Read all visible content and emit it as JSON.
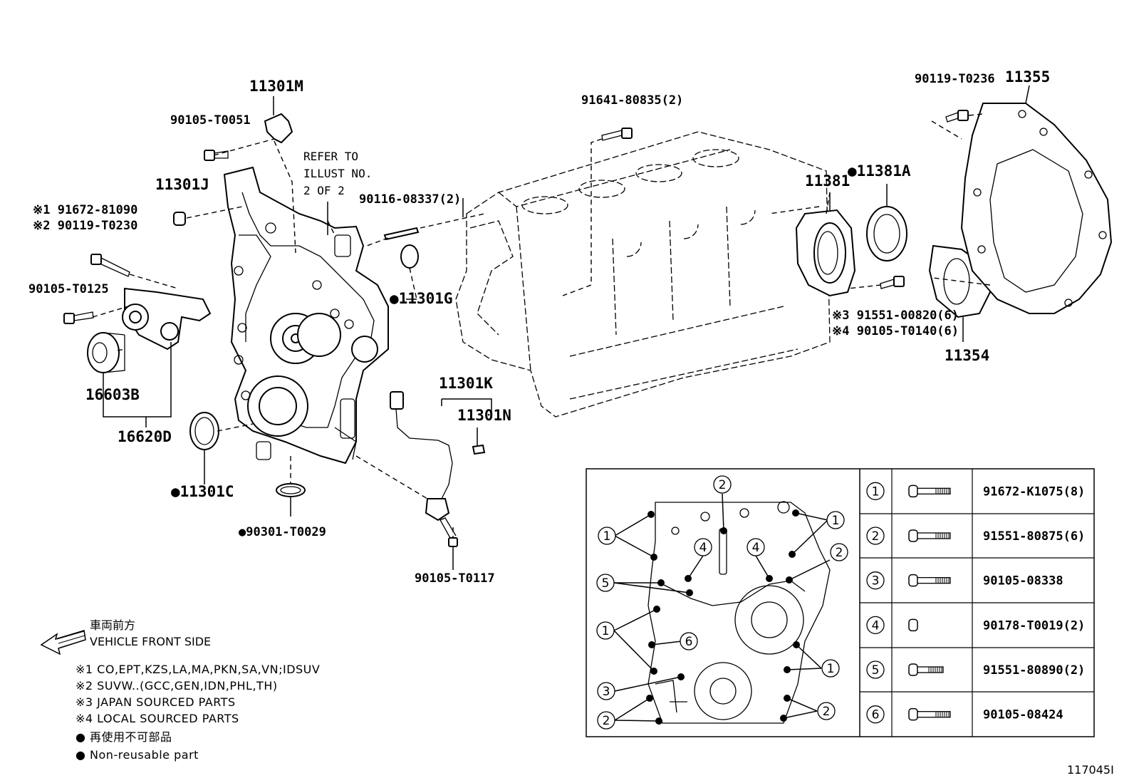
{
  "labels": {
    "p11301M": "11301M",
    "p90105_T0051": "90105-T0051",
    "refer1": "REFER TO",
    "refer2": "ILLUST NO.",
    "refer3": "2 OF 2",
    "p11301J": "11301J",
    "note1_91672": "※1 91672-81090",
    "note2_90119": "※2 90119-T0230",
    "p90105_T0125": "90105-T0125",
    "p16603B": "16603B",
    "p16620D": "16620D",
    "p11301C": "●11301C",
    "p90301_T0029": "●90301-T0029",
    "p90116_08337": "90116-08337(2)",
    "p11301G": "●11301G",
    "p91641_80835": "91641-80835(2)",
    "p11301K": "11301K",
    "p11301N": "11301N",
    "p90105_T0117": "90105-T0117",
    "p11381": "11381",
    "p11381A": "●11381A",
    "note3_91551": "※3 91551-00820(6)",
    "note4_90105": "※4 90105-T0140(6)",
    "p90119_T0236": "90119-T0236",
    "p11355": "11355",
    "p11354": "11354",
    "vehicle_jp": "車両前方",
    "vehicle_en": "VEHICLE FRONT SIDE",
    "legend1": "※1 CO,EPT,KZS,LA,MA,PKN,SA,VN;IDSUV",
    "legend2": "※2 SUVW..(GCC,GEN,IDN,PHL,TH)",
    "legend3": "※3 JAPAN SOURCED PARTS",
    "legend4": "※4 LOCAL SOURCED PARTS",
    "legend5_jp": "● 再使用不可部品",
    "legend5_en": "● Non-reusable part",
    "illust_no": "117045I"
  },
  "bolt_table": [
    {
      "num": "1",
      "icon": "bolt-long-icon",
      "part": "91672-K1075(8)"
    },
    {
      "num": "2",
      "icon": "bolt-long-icon",
      "part": "91551-80875(6)"
    },
    {
      "num": "3",
      "icon": "bolt-long-icon",
      "part": "90105-08338"
    },
    {
      "num": "4",
      "icon": "nut-icon",
      "part": "90178-T0019(2)"
    },
    {
      "num": "5",
      "icon": "bolt-short-icon",
      "part": "91551-80890(2)"
    },
    {
      "num": "6",
      "icon": "bolt-long-icon",
      "part": "90105-08424"
    }
  ],
  "callouts": [
    "1",
    "1",
    "2",
    "4",
    "4",
    "2",
    "5",
    "1",
    "1",
    "6",
    "3",
    "2",
    "2"
  ]
}
